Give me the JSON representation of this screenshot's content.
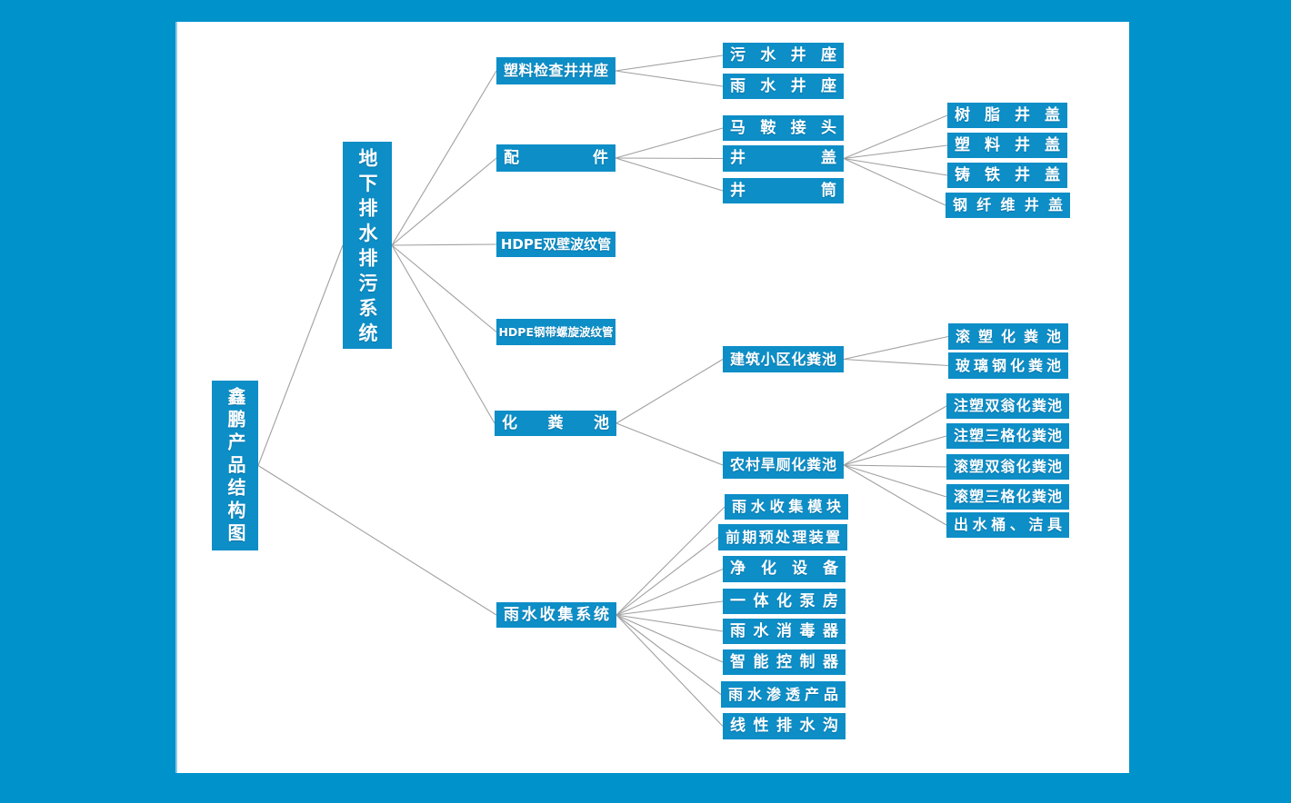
{
  "diagram": {
    "title": "鑫鹏产品结构图",
    "colors": {
      "page_background": "#0092cb",
      "canvas_background": "#ffffff",
      "node_fill": "#0d8ec7",
      "node_text": "#ffffff",
      "connector": "#a0a0a0",
      "canvas_left_edge": "#8ecbe8"
    },
    "nodes": [
      {
        "id": "root",
        "label": "鑫鹏产品结构图",
        "parent": null
      },
      {
        "id": "sys1",
        "label": "地下排水排污系统",
        "parent": "root"
      },
      {
        "id": "sys2",
        "label": "雨水收集系统",
        "parent": "root"
      },
      {
        "id": "jcj",
        "label": "塑料检查井井座",
        "parent": "sys1"
      },
      {
        "id": "pj",
        "label": "配件",
        "parent": "sys1"
      },
      {
        "id": "hdpe1",
        "label": "HDPE双壁波纹管",
        "parent": "sys1"
      },
      {
        "id": "hdpe2",
        "label": "HDPE钢带螺旋波纹管",
        "parent": "sys1"
      },
      {
        "id": "hfc",
        "label": "化粪池",
        "parent": "sys1"
      },
      {
        "id": "wsjz",
        "label": "污水井座",
        "parent": "jcj"
      },
      {
        "id": "ysjz",
        "label": "雨水井座",
        "parent": "jcj"
      },
      {
        "id": "majt",
        "label": "马鞍接头",
        "parent": "pj"
      },
      {
        "id": "jg",
        "label": "井盖",
        "parent": "pj"
      },
      {
        "id": "jt",
        "label": "井筒",
        "parent": "pj"
      },
      {
        "id": "szjg",
        "label": "树脂井盖",
        "parent": "jg"
      },
      {
        "id": "sljg",
        "label": "塑料井盖",
        "parent": "jg"
      },
      {
        "id": "ztjg",
        "label": "铸铁井盖",
        "parent": "jg"
      },
      {
        "id": "gxwjg",
        "label": "钢纤维井盖",
        "parent": "jg"
      },
      {
        "id": "jzxq",
        "label": "建筑小区化粪池",
        "parent": "hfc"
      },
      {
        "id": "nchc",
        "label": "农村旱厕化粪池",
        "parent": "hfc"
      },
      {
        "id": "gshfc",
        "label": "滚塑化粪池",
        "parent": "jzxq"
      },
      {
        "id": "blghfc",
        "label": "玻璃钢化粪池",
        "parent": "jzxq"
      },
      {
        "id": "zs2w",
        "label": "注塑双翁化粪池",
        "parent": "nchc"
      },
      {
        "id": "zs3g",
        "label": "注塑三格化粪池",
        "parent": "nchc"
      },
      {
        "id": "gs2w",
        "label": "滚塑双翁化粪池",
        "parent": "nchc"
      },
      {
        "id": "gs3g",
        "label": "滚塑三格化粪池",
        "parent": "nchc"
      },
      {
        "id": "cst",
        "label": "出水桶、洁具",
        "parent": "nchc"
      },
      {
        "id": "yssjmk",
        "label": "雨水收集模块",
        "parent": "sys2"
      },
      {
        "id": "qqycl",
        "label": "前期预处理装置",
        "parent": "sys2"
      },
      {
        "id": "jhsb",
        "label": "净化设备",
        "parent": "sys2"
      },
      {
        "id": "ythbf",
        "label": "一体化泵房",
        "parent": "sys2"
      },
      {
        "id": "ysxdq",
        "label": "雨水消毒器",
        "parent": "sys2"
      },
      {
        "id": "znkzq",
        "label": "智能控制器",
        "parent": "sys2"
      },
      {
        "id": "ysst",
        "label": "雨水渗透产品",
        "parent": "sys2"
      },
      {
        "id": "xxpss",
        "label": "线性排水沟",
        "parent": "sys2"
      }
    ]
  }
}
